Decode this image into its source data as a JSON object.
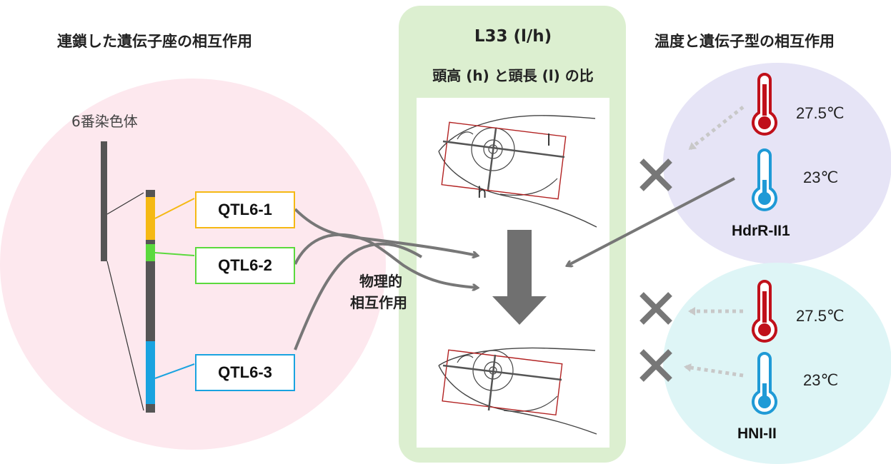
{
  "left": {
    "title": "連鎖した遺伝子座の相互作用",
    "chromosome_label": "6番染色体",
    "qtls": [
      {
        "label": "QTL6-1",
        "color": "#f5b914"
      },
      {
        "label": "QTL6-2",
        "color": "#5bd93d"
      },
      {
        "label": "QTL6-3",
        "color": "#1aa3e0"
      }
    ],
    "interaction_label_line1": "物理的",
    "interaction_label_line2": "相互作用"
  },
  "center": {
    "title": "L33 (l/h)",
    "subtitle": "頭高 (h) と頭長 (l) の比",
    "label_l": "l",
    "label_h": "h",
    "panel_color": "#dcefd0"
  },
  "right": {
    "title": "温度と遺伝子型の相互作用",
    "groups": [
      {
        "gene": "HdrR-II1",
        "temp_high": "27.5℃",
        "temp_low": "23℃",
        "color": "#e6e4f6"
      },
      {
        "gene": "HNI-II",
        "temp_high": "27.5℃",
        "temp_low": "23℃",
        "color": "#def5f6"
      }
    ],
    "hot_color": "#c0101a",
    "cold_color": "#1f9ad6"
  }
}
